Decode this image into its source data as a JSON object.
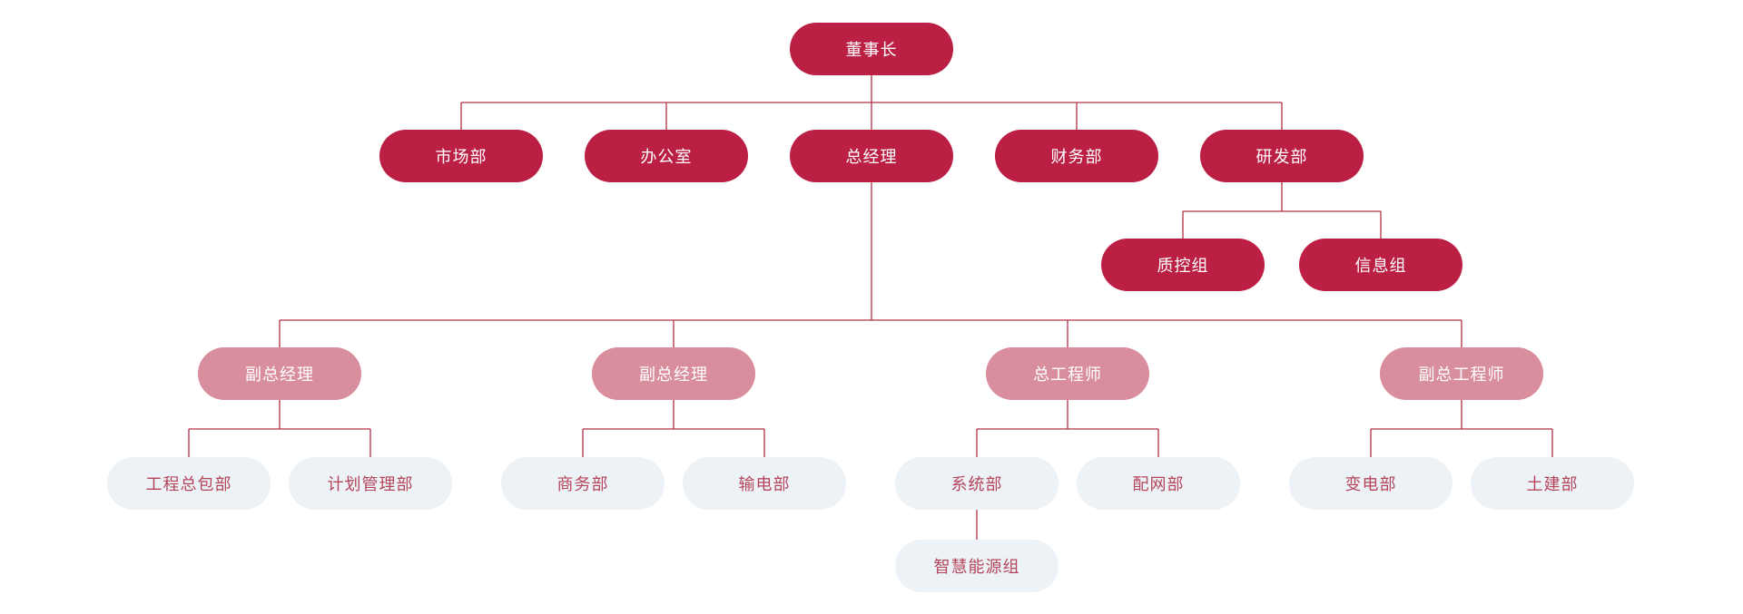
{
  "diagram": {
    "type": "org-chart",
    "root": "董事长"
  },
  "theme": {
    "node_dark": "#bb2044",
    "node_pink": "#d98e9e",
    "node_light": "#edf2f7",
    "text_on_dark": "#ffffff",
    "text_on_light": "#b5455b",
    "connector": "#b23046",
    "background": "#ffffff"
  },
  "nodes": {
    "chairman": {
      "label": "董事长",
      "variant": "dark"
    },
    "marketing_dept": {
      "label": "市场部",
      "variant": "dark"
    },
    "office": {
      "label": "办公室",
      "variant": "dark"
    },
    "general_manager": {
      "label": "总经理",
      "variant": "dark"
    },
    "finance_dept": {
      "label": "财务部",
      "variant": "dark"
    },
    "rnd_dept": {
      "label": "研发部",
      "variant": "dark"
    },
    "qc_group": {
      "label": "质控组",
      "variant": "dark"
    },
    "info_group": {
      "label": "信息组",
      "variant": "dark"
    },
    "deputy_gm_1": {
      "label": "副总经理",
      "variant": "pink"
    },
    "deputy_gm_2": {
      "label": "副总经理",
      "variant": "pink"
    },
    "chief_engineer": {
      "label": "总工程师",
      "variant": "pink"
    },
    "deputy_chief_engineer": {
      "label": "副总工程师",
      "variant": "pink"
    },
    "epc_dept": {
      "label": "工程总包部",
      "variant": "light"
    },
    "planning_dept": {
      "label": "计划管理部",
      "variant": "light"
    },
    "commerce_dept": {
      "label": "商务部",
      "variant": "light"
    },
    "transmission_dept": {
      "label": "输电部",
      "variant": "light"
    },
    "system_dept": {
      "label": "系统部",
      "variant": "light"
    },
    "distribution_dept": {
      "label": "配网部",
      "variant": "light"
    },
    "substation_dept": {
      "label": "变电部",
      "variant": "light"
    },
    "civil_dept": {
      "label": "土建部",
      "variant": "light"
    },
    "smart_energy_group": {
      "label": "智慧能源组",
      "variant": "light"
    }
  },
  "edges": [
    [
      "董事长",
      "市场部"
    ],
    [
      "董事长",
      "办公室"
    ],
    [
      "董事长",
      "总经理"
    ],
    [
      "董事长",
      "财务部"
    ],
    [
      "董事长",
      "研发部"
    ],
    [
      "研发部",
      "质控组"
    ],
    [
      "研发部",
      "信息组"
    ],
    [
      "总经理",
      "副总经理(1)"
    ],
    [
      "总经理",
      "副总经理(2)"
    ],
    [
      "总经理",
      "总工程师"
    ],
    [
      "总经理",
      "副总工程师"
    ],
    [
      "副总经理(1)",
      "工程总包部"
    ],
    [
      "副总经理(1)",
      "计划管理部"
    ],
    [
      "副总经理(2)",
      "商务部"
    ],
    [
      "副总经理(2)",
      "输电部"
    ],
    [
      "总工程师",
      "系统部"
    ],
    [
      "总工程师",
      "配网部"
    ],
    [
      "副总工程师",
      "变电部"
    ],
    [
      "副总工程师",
      "土建部"
    ],
    [
      "系统部",
      "智慧能源组"
    ]
  ]
}
